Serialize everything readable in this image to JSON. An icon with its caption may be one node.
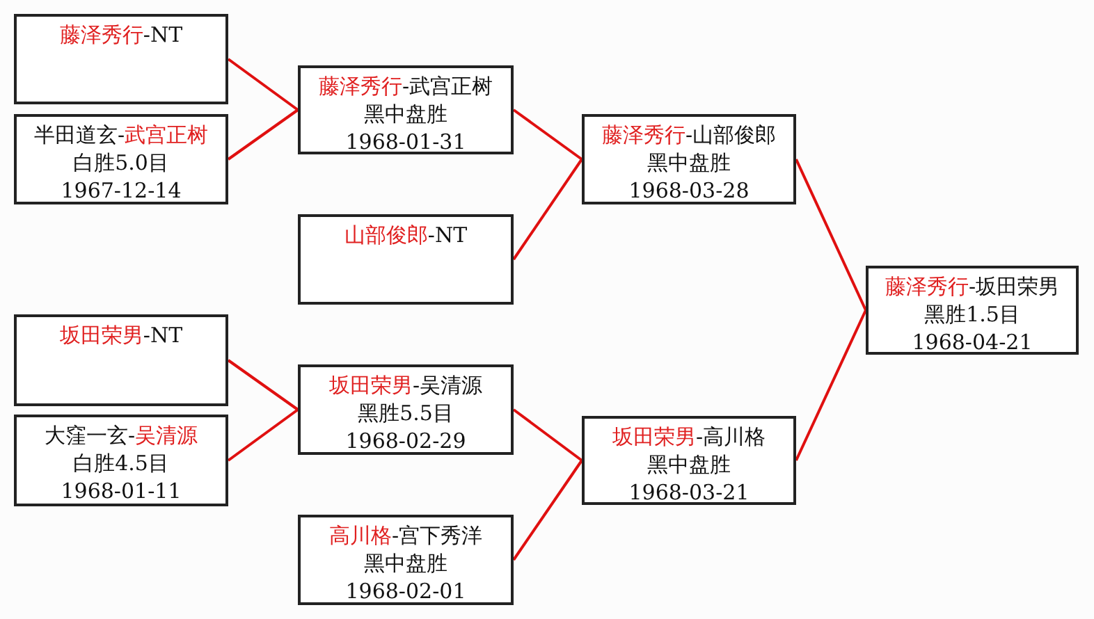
{
  "diagram": {
    "nodes": [
      {
        "text": [
          "藤泽秀行-NT"
        ]
      },
      {
        "text": [
          "半田道玄-武宫正树",
          "白胜5.0目",
          "1967-12-14"
        ]
      },
      {
        "text": [
          "藤泽秀行-武宫正树",
          "黑中盘胜",
          "1968-01-31"
        ]
      },
      {
        "text": [
          "山部俊郎-NT"
        ]
      },
      {
        "text": [
          "藤泽秀行-山部俊郎",
          "黑中盘胜",
          "1968-03-28"
        ]
      },
      {
        "text": [
          "坂田荣男-NT"
        ]
      },
      {
        "text": [
          "大窪一玄-吴清源",
          "白胜4.5目",
          "1968-01-11"
        ]
      },
      {
        "text": [
          "坂田荣男-吴清源",
          "黑胜5.5目",
          "1968-02-29"
        ]
      },
      {
        "text": [
          "高川格-宫下秀洋",
          "黑中盘胜",
          "1968-02-01"
        ]
      },
      {
        "text": [
          "坂田荣男-高川格",
          "黑中盘胜",
          "1968-03-21"
        ]
      },
      {
        "text": [
          "藤泽秀行-坂田荣男",
          "黑胜1.5目",
          "1968-04-21"
        ]
      }
    ],
    "edges": [
      {
        "from": 0,
        "to": 2,
        "arrow": "none"
      },
      {
        "from": 1,
        "to": 2,
        "arrow": "none"
      },
      {
        "from": 2,
        "to": 4,
        "arrow": "none"
      },
      {
        "from": 3,
        "to": 4,
        "arrow": "none"
      },
      {
        "from": 4,
        "to": 10,
        "arrow": "none"
      },
      {
        "from": 5,
        "to": 7,
        "arrow": "none"
      },
      {
        "from": 6,
        "to": 7,
        "arrow": "none"
      },
      {
        "from": 7,
        "to": 9,
        "arrow": "none"
      },
      {
        "from": 8,
        "to": 9,
        "arrow": "none"
      },
      {
        "from": 9,
        "to": 10,
        "arrow": "none"
      }
    ]
  }
}
